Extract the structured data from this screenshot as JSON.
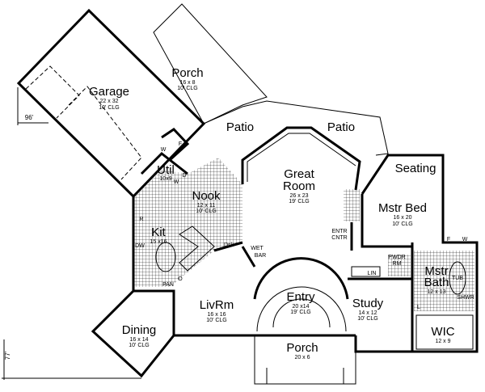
{
  "title": "Floor Plan",
  "dimensions": {
    "width_label": "96'",
    "depth_label": "77'"
  },
  "rooms": {
    "porch_rear": {
      "name": "Porch",
      "size": "16 x 8",
      "ceiling": "10' CLG"
    },
    "garage": {
      "name": "Garage",
      "size": "22 x 32",
      "ceiling": "10' CLG"
    },
    "patio_left": {
      "name": "Patio"
    },
    "patio_right": {
      "name": "Patio"
    },
    "great_room": {
      "name1": "Great",
      "name2": "Room",
      "size": "26 x 23",
      "ceiling": "19' CLG"
    },
    "seating": {
      "name": "Seating"
    },
    "master_bed": {
      "name": "Mstr Bed",
      "size": "16 x 20",
      "ceiling": "10' CLG"
    },
    "utility": {
      "name": "Util",
      "size": "10x9"
    },
    "nook": {
      "name": "Nook",
      "size": "12 x 11",
      "ceiling": "10' CLG"
    },
    "kitchen": {
      "name": "Kit",
      "size": "15 x16"
    },
    "master_bath": {
      "name1": "Mstr",
      "name2": "Bath",
      "size": "12 x 13"
    },
    "entry": {
      "name": "Entry",
      "size": "20 x14",
      "ceiling": "19' CLG"
    },
    "living_room": {
      "name": "LivRm",
      "size": "16 x 16",
      "ceiling": "10' CLG"
    },
    "study": {
      "name": "Study",
      "size": "14 x 12",
      "ceiling": "10' CLG"
    },
    "dining": {
      "name": "Dining",
      "size": "16 x 14",
      "ceiling": "10' CLG"
    },
    "wic": {
      "name": "WIC",
      "size": "12 x 9"
    },
    "porch_front": {
      "name": "Porch",
      "size": "20 x 6"
    }
  },
  "fixtures": {
    "entertainment_center": [
      "ENTR",
      "CNTR"
    ],
    "wet_bar": [
      "WET",
      "BAR"
    ],
    "desk": "Dsk",
    "powder_room": [
      "PWDR",
      "RM"
    ],
    "linen": "LIN",
    "tub": "TUB",
    "shower": "SHWR",
    "pantry": "PAN",
    "dishwasher": "DW",
    "refrigerator": "R",
    "freezer_util": "F",
    "washer_util": "W",
    "dryer": "D",
    "washer_util2": "W",
    "freezer_bath": "F",
    "washer_bath": "W",
    "linen_bath": "L",
    "oven": "O"
  }
}
